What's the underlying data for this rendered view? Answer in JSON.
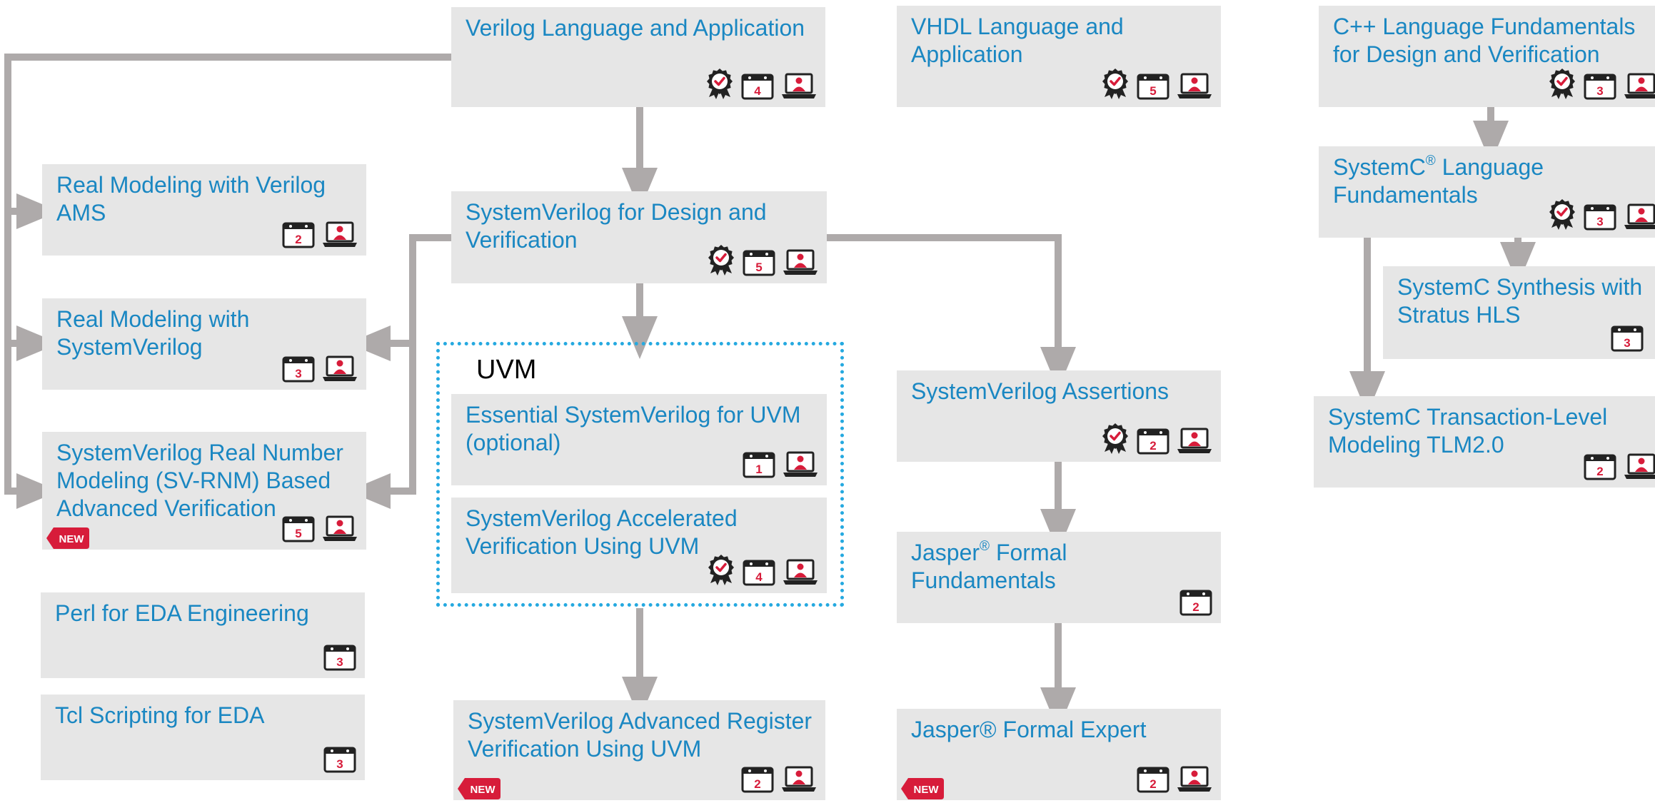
{
  "colors": {
    "title": "#1a87c2",
    "box": "#e6e6e6",
    "arrow": "#aeaaaa",
    "new_badge": "#d71c3a",
    "uvm_frame": "#25a9e0"
  },
  "group": {
    "uvm_label": "UVM"
  },
  "badge": {
    "new_label": "NEW"
  },
  "courses": {
    "verilog": {
      "title": "Verilog Language and Application",
      "days": "4",
      "icons": [
        "certificate-icon",
        "calendar-icon",
        "laptop-icon"
      ]
    },
    "vhdl": {
      "title": "VHDL Language and Application",
      "days": "5",
      "icons": [
        "certificate-icon",
        "calendar-icon",
        "laptop-icon"
      ]
    },
    "cpp": {
      "title": "C++ Language Fundamentals for Design and Verification",
      "days": "3",
      "icons": [
        "certificate-icon",
        "calendar-icon",
        "laptop-icon"
      ]
    },
    "real_ams": {
      "title": "Real Modeling with Verilog AMS",
      "days": "2",
      "icons": [
        "calendar-icon",
        "laptop-icon"
      ]
    },
    "sv_dv": {
      "title": "SystemVerilog for Design and Verification",
      "days": "5",
      "icons": [
        "certificate-icon",
        "calendar-icon",
        "laptop-icon"
      ]
    },
    "systemc_lang": {
      "title": "SystemC",
      "title_sup": "®",
      "title_rest": " Language Fundamentals",
      "days": "3",
      "icons": [
        "certificate-icon",
        "calendar-icon",
        "laptop-icon"
      ]
    },
    "systemc_synth": {
      "title": "SystemC Synthesis with Stratus HLS",
      "days": "3",
      "icons": [
        "calendar-icon"
      ]
    },
    "real_sv": {
      "title": "Real Modeling with SystemVerilog",
      "days": "3",
      "icons": [
        "calendar-icon",
        "laptop-icon"
      ]
    },
    "sv_essential": {
      "title": "Essential SystemVerilog for UVM (optional)",
      "days": "1",
      "icons": [
        "calendar-icon",
        "laptop-icon"
      ]
    },
    "sv_assertions": {
      "title": "SystemVerilog Assertions",
      "days": "2",
      "icons": [
        "certificate-icon",
        "calendar-icon",
        "laptop-icon"
      ]
    },
    "systemc_tlm": {
      "title": "SystemC Transaction-Level Modeling TLM2.0",
      "days": "2",
      "icons": [
        "calendar-icon",
        "laptop-icon"
      ]
    },
    "sv_rnm": {
      "title": "SystemVerilog Real Number Modeling (SV-RNM) Based Advanced Verification",
      "days": "5",
      "icons": [
        "calendar-icon",
        "laptop-icon"
      ],
      "is_new": true
    },
    "sv_accel_uvm": {
      "title": "SystemVerilog Accelerated Verification Using UVM",
      "days": "4",
      "icons": [
        "certificate-icon",
        "calendar-icon",
        "laptop-icon"
      ]
    },
    "jasper_fund": {
      "title": "Jasper",
      "title_sup": "®",
      "title_rest": " Formal Fundamentals",
      "days": "2",
      "icons": [
        "calendar-icon"
      ]
    },
    "perl": {
      "title": "Perl for EDA Engineering",
      "days": "3",
      "icons": [
        "calendar-icon"
      ]
    },
    "tcl": {
      "title": "Tcl Scripting for EDA",
      "days": "3",
      "icons": [
        "calendar-icon"
      ]
    },
    "sv_adv_reg": {
      "title": "SystemVerilog Advanced Register Verification Using UVM",
      "days": "2",
      "icons": [
        "calendar-icon",
        "laptop-icon"
      ],
      "is_new": true
    },
    "jasper_expert": {
      "title": "Jasper® Formal Expert",
      "days": "2",
      "icons": [
        "calendar-icon",
        "laptop-icon"
      ],
      "is_new": true
    }
  }
}
